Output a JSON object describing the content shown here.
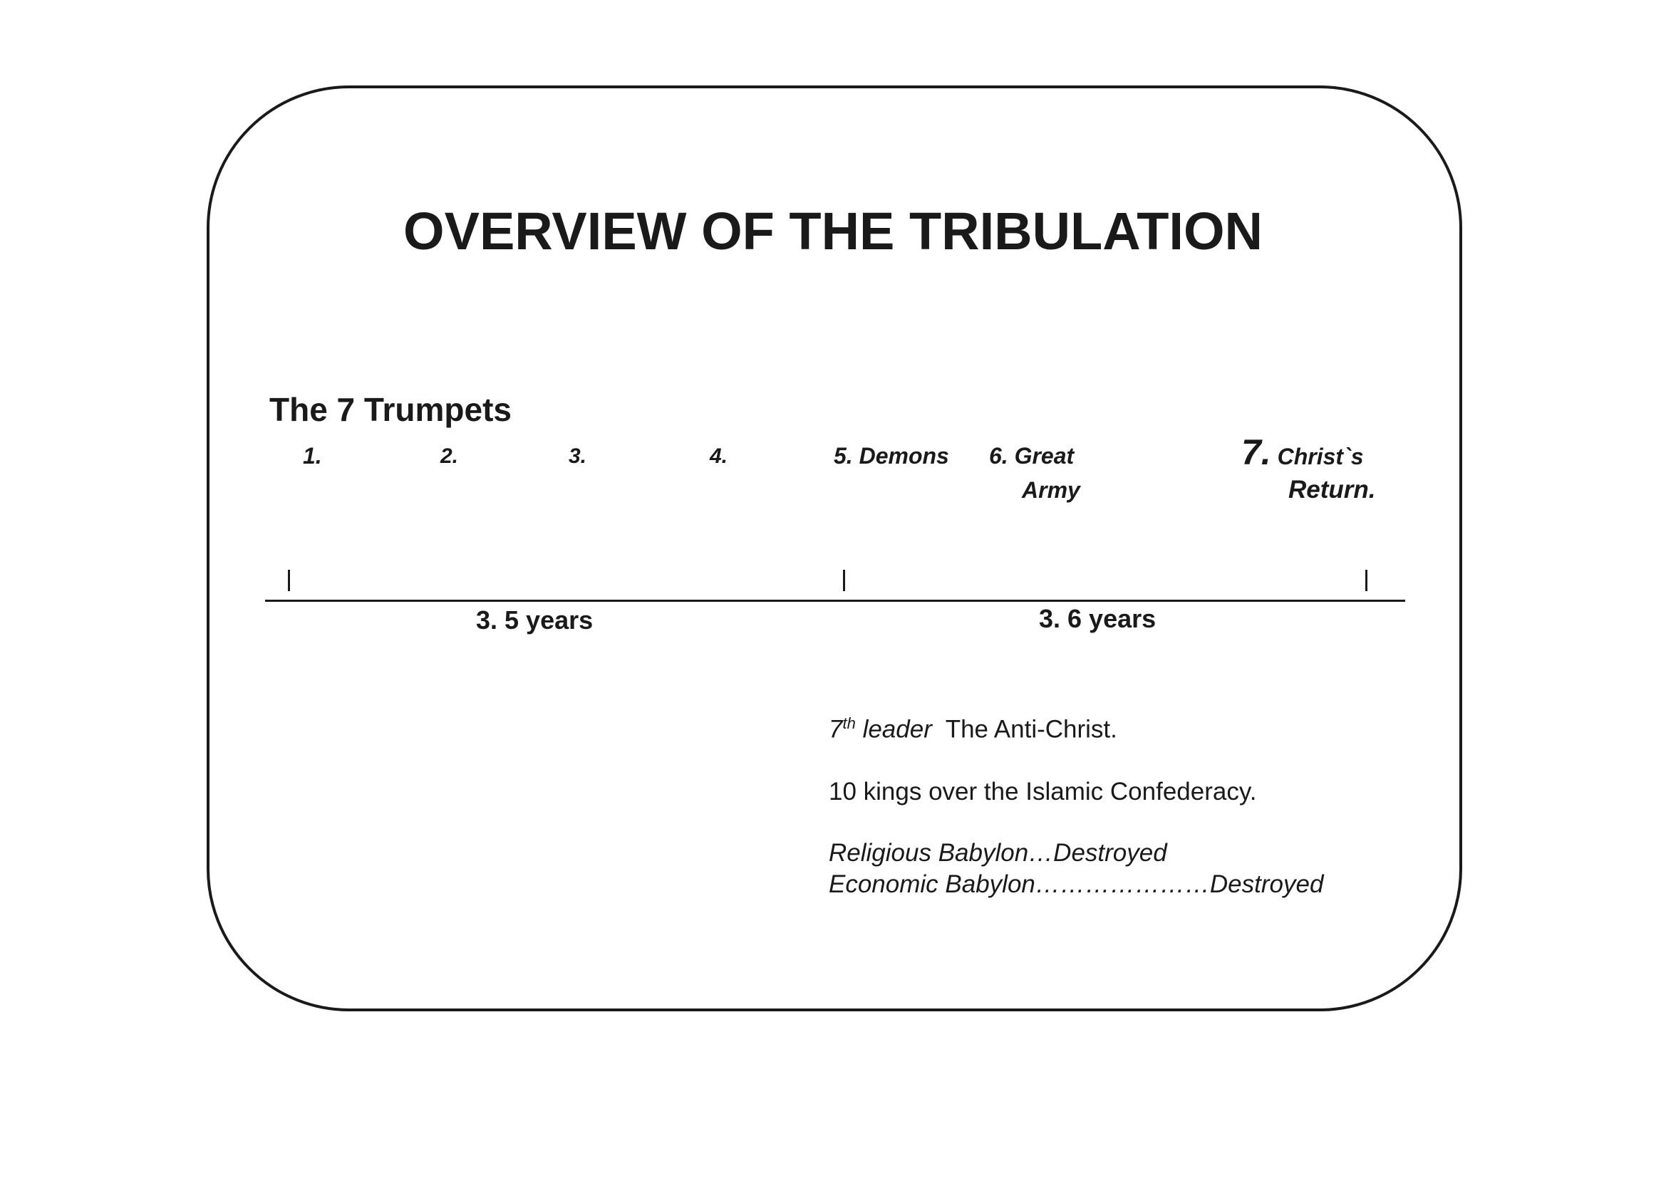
{
  "title": "OVERVIEW OF THE TRIBULATION",
  "trumpets": {
    "heading": "The 7 Trumpets",
    "items": [
      {
        "label": "1."
      },
      {
        "label": "2."
      },
      {
        "label": "3."
      },
      {
        "label": "4."
      },
      {
        "label": "5. Demons"
      },
      {
        "label_line1": "6. Great",
        "label_line2": "Army"
      },
      {
        "number": "7.",
        "label_line1": "Christ`s",
        "label_line2": "Return."
      }
    ]
  },
  "timeline": {
    "periods": [
      {
        "label": "3. 5 years"
      },
      {
        "label": "3. 6 years"
      }
    ]
  },
  "notes": {
    "leader_num": "7",
    "leader_sup": "th",
    "leader_word": "leader",
    "leader_text": "The Anti-Christ.",
    "kings": "10 kings over the Islamic Confederacy.",
    "religious_label": "Religious Babylon",
    "religious_dots": "…",
    "religious_status": "Destroyed",
    "economic_label": "Economic Babylon",
    "economic_dots": "…………………",
    "economic_status": "Destroyed"
  }
}
